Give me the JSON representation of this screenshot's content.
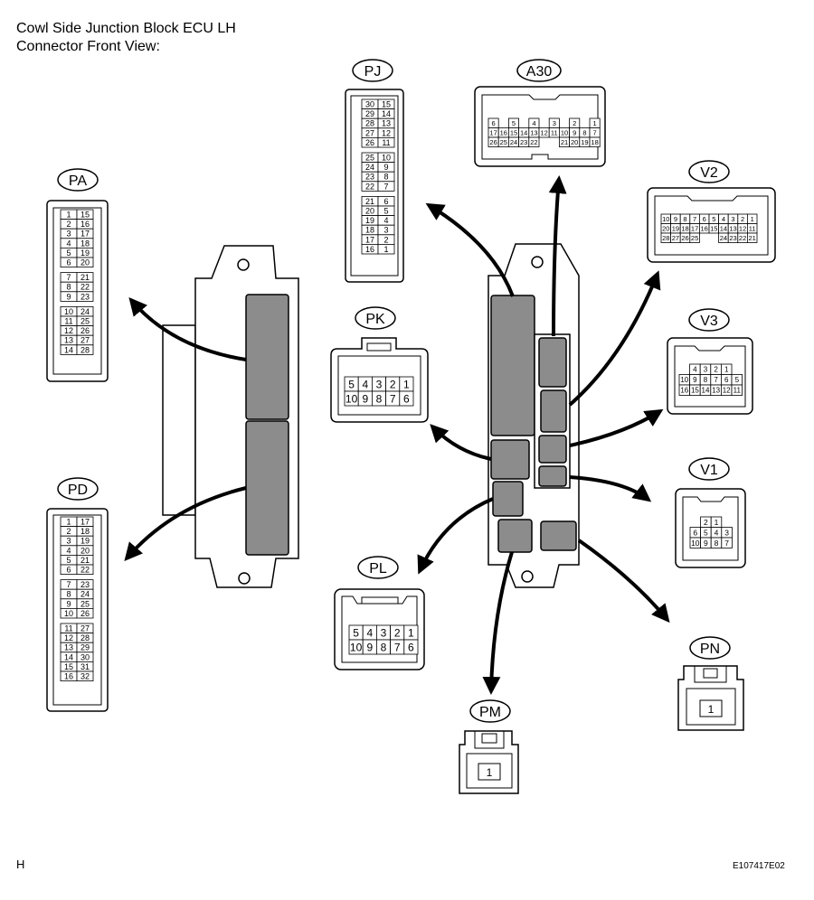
{
  "title_line1": "Cowl Side Junction Block ECU LH",
  "title_line2": "Connector Front View:",
  "footer_left": "H",
  "footer_code": "E107417E02",
  "colors": {
    "line": "#000000",
    "block_fill": "#8c8c8c",
    "background": "#ffffff"
  },
  "connectors": {
    "PA": {
      "label": "PA",
      "pins": [
        [
          "1",
          "15"
        ],
        [
          "2",
          "16"
        ],
        [
          "3",
          "17"
        ],
        [
          "4",
          "18"
        ],
        [
          "5",
          "19"
        ],
        [
          "6",
          "20"
        ],
        null,
        [
          "7",
          "21"
        ],
        [
          "8",
          "22"
        ],
        [
          "9",
          "23"
        ],
        null,
        [
          "10",
          "24"
        ],
        [
          "11",
          "25"
        ],
        [
          "12",
          "26"
        ],
        [
          "13",
          "27"
        ],
        [
          "14",
          "28"
        ]
      ]
    },
    "PD": {
      "label": "PD",
      "pins": [
        [
          "1",
          "17"
        ],
        [
          "2",
          "18"
        ],
        [
          "3",
          "19"
        ],
        [
          "4",
          "20"
        ],
        [
          "5",
          "21"
        ],
        [
          "6",
          "22"
        ],
        null,
        [
          "7",
          "23"
        ],
        [
          "8",
          "24"
        ],
        [
          "9",
          "25"
        ],
        [
          "10",
          "26"
        ],
        null,
        [
          "11",
          "27"
        ],
        [
          "12",
          "28"
        ],
        [
          "13",
          "29"
        ],
        [
          "14",
          "30"
        ],
        [
          "15",
          "31"
        ],
        [
          "16",
          "32"
        ]
      ]
    },
    "PJ": {
      "label": "PJ",
      "pins": [
        [
          "30",
          "15"
        ],
        [
          "29",
          "14"
        ],
        [
          "28",
          "13"
        ],
        [
          "27",
          "12"
        ],
        [
          "26",
          "11"
        ],
        null,
        [
          "25",
          "10"
        ],
        [
          "24",
          "9"
        ],
        [
          "23",
          "8"
        ],
        [
          "22",
          "7"
        ],
        null,
        [
          "21",
          "6"
        ],
        [
          "20",
          "5"
        ],
        [
          "19",
          "4"
        ],
        [
          "18",
          "3"
        ],
        [
          "17",
          "2"
        ],
        [
          "16",
          "1"
        ]
      ]
    },
    "A30": {
      "label": "A30",
      "rows": [
        [
          "6",
          "",
          "5",
          "",
          "4",
          "",
          "3",
          "",
          "2",
          "",
          "1"
        ],
        [
          "17",
          "16",
          "15",
          "14",
          "13",
          "12",
          "11",
          "10",
          "9",
          "8",
          "7"
        ],
        [
          "26",
          "25",
          "24",
          "23",
          "22",
          "",
          "",
          "21",
          "20",
          "19",
          "18"
        ]
      ]
    },
    "V2": {
      "label": "V2",
      "rows": [
        [
          "10",
          "9",
          "8",
          "7",
          "6",
          "5",
          "4",
          "3",
          "2",
          "1"
        ],
        [
          "20",
          "19",
          "18",
          "17",
          "16",
          "15",
          "14",
          "13",
          "12",
          "11"
        ],
        [
          "28",
          "27",
          "26",
          "25",
          "",
          "",
          "24",
          "23",
          "22",
          "21"
        ]
      ]
    },
    "V3": {
      "label": "V3",
      "rows": [
        [
          "",
          "4",
          "3",
          "2",
          "1",
          ""
        ],
        [
          "10",
          "9",
          "8",
          "7",
          "6",
          "5"
        ],
        [
          "16",
          "15",
          "14",
          "13",
          "12",
          "11"
        ]
      ]
    },
    "V1": {
      "label": "V1",
      "rows": [
        [
          "",
          "2",
          "1",
          ""
        ],
        [
          "6",
          "5",
          "4",
          "3"
        ],
        [
          "10",
          "9",
          "8",
          "7"
        ]
      ]
    },
    "PK": {
      "label": "PK",
      "rows": [
        [
          "5",
          "4",
          "3",
          "2",
          "1"
        ],
        [
          "10",
          "9",
          "8",
          "7",
          "6"
        ]
      ]
    },
    "PL": {
      "label": "PL",
      "rows": [
        [
          "5",
          "4",
          "3",
          "2",
          "1"
        ],
        [
          "10",
          "9",
          "8",
          "7",
          "6"
        ]
      ]
    },
    "PN": {
      "label": "PN",
      "pin": "1"
    },
    "PM": {
      "label": "PM",
      "pin": "1"
    }
  }
}
